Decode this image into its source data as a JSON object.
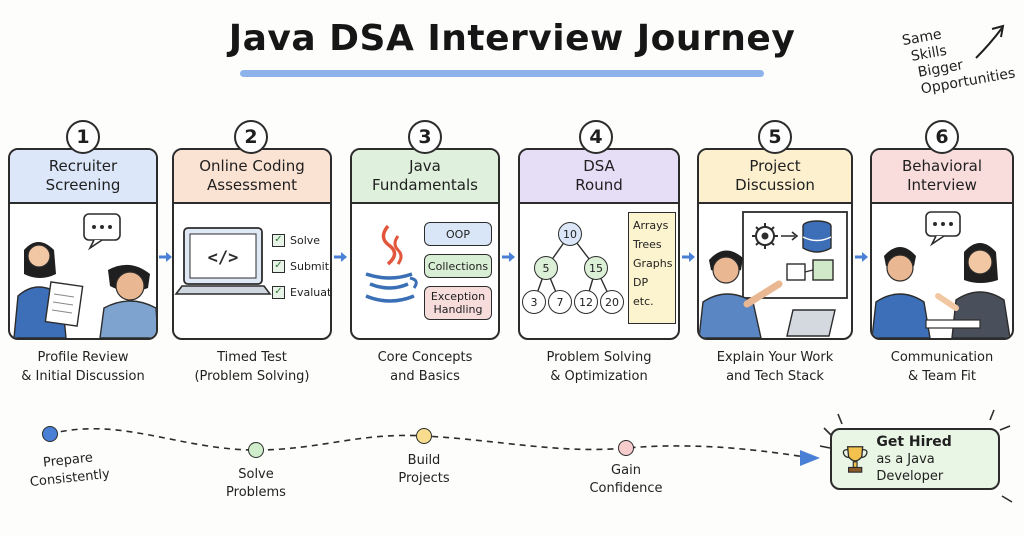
{
  "title": "Java DSA Interview Journey",
  "corner_note": [
    "Same",
    "Skills",
    "Bigger",
    "Opportunities"
  ],
  "steps": [
    {
      "number": "1",
      "title_lines": [
        "Recruiter",
        "Screening"
      ],
      "caption_lines": [
        "Profile Review",
        "& Initial Discussion"
      ],
      "color": "#dce8fa"
    },
    {
      "number": "2",
      "title_lines": [
        "Online Coding",
        "Assessment"
      ],
      "caption_lines": [
        "Timed Test",
        "(Problem Solving)"
      ],
      "color": "#fbe3d4",
      "checks": [
        "Solve",
        "Submit",
        "Evaluate"
      ]
    },
    {
      "number": "3",
      "title_lines": [
        "Java",
        "Fundamentals"
      ],
      "caption_lines": [
        "Core Concepts",
        "and Basics"
      ],
      "color": "#dff1dc",
      "tags": [
        "OOP",
        "Collections",
        "Exception Handling"
      ]
    },
    {
      "number": "4",
      "title_lines": [
        "DSA",
        "Round"
      ],
      "caption_lines": [
        "Problem Solving",
        "& Optimization"
      ],
      "color": "#e6def6",
      "tree": [
        "10",
        "5",
        "15",
        "3",
        "7",
        "12",
        "20"
      ],
      "topics": [
        "Arrays",
        "Trees",
        "Graphs",
        "DP",
        "etc."
      ]
    },
    {
      "number": "5",
      "title_lines": [
        "Project",
        "Discussion"
      ],
      "caption_lines": [
        "Explain Your Work",
        "and Tech Stack"
      ],
      "color": "#fcf0cf"
    },
    {
      "number": "6",
      "title_lines": [
        "Behavioral",
        "Interview"
      ],
      "caption_lines": [
        "Communication",
        "& Team Fit"
      ],
      "color": "#f9dcdc"
    }
  ],
  "milestones": [
    {
      "label_lines": [
        "Prepare",
        "Consistently"
      ],
      "color": "#4a7fd6"
    },
    {
      "label_lines": [
        "Solve",
        "Problems"
      ],
      "color": "#cfeccb"
    },
    {
      "label_lines": [
        "Build",
        "Projects"
      ],
      "color": "#f6dc8c"
    },
    {
      "label_lines": [
        "Gain",
        "Confidence"
      ],
      "color": "#f6cccc"
    }
  ],
  "goal": {
    "line1": "Get Hired",
    "line2": "as a Java Developer"
  },
  "colors": {
    "accent": "#4a7fd6",
    "ink": "#2c2c2c",
    "goal_bg": "#e9f6e5"
  },
  "icons": [
    "trophy-icon",
    "laptop-code-icon",
    "java-cup-icon",
    "gear-icon",
    "database-icon",
    "speech-bubble-icon"
  ]
}
